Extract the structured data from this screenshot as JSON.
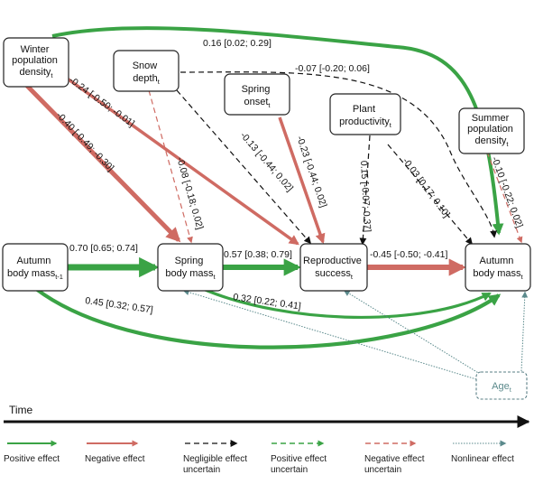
{
  "colors": {
    "positive": "#3aa345",
    "negative": "#cf6b63",
    "neutral": "#111111",
    "nonlinear": "#5b8a8c"
  },
  "nodes": {
    "winter_density": {
      "lines": [
        "Winter",
        "population",
        "density"
      ],
      "subscript": "t"
    },
    "snow_depth": {
      "lines": [
        "Snow",
        "depth"
      ],
      "subscript": "t"
    },
    "spring_onset": {
      "lines": [
        "Spring",
        "onset"
      ],
      "subscript": "t"
    },
    "plant_productivity": {
      "lines": [
        "Plant",
        "productivity"
      ],
      "subscript": "t"
    },
    "summer_density": {
      "lines": [
        "Summer",
        "population",
        "density"
      ],
      "subscript": "t"
    },
    "autumn_mass_prev": {
      "lines": [
        "Autumn",
        "body mass"
      ],
      "subscript": "t-1"
    },
    "spring_mass": {
      "lines": [
        "Spring",
        "body mass"
      ],
      "subscript": "t"
    },
    "repro_success": {
      "lines": [
        "Reproductive",
        "success"
      ],
      "subscript": "t"
    },
    "autumn_mass": {
      "lines": [
        "Autumn",
        "body mass"
      ],
      "subscript": "t"
    },
    "age": {
      "lines": [
        "Age"
      ],
      "subscript": "t"
    }
  },
  "edges": {
    "winter_to_autumn": "0.16 [0.02; 0.29]",
    "snow_to_autumn": "-0.07 [-0.20; 0.06]",
    "winter_to_repro": "-0.24 [-0.50; -0.01]",
    "winter_to_spring": "-0.40 [-0.49; -0.30]",
    "snow_to_spring": "-0.08 [-0.18; 0.02]",
    "snow_to_repro": "-0.13 [-0.44; 0.02]",
    "onset_to_repro": "-0.23 [-0.44; 0.02]",
    "productivity_to_repro": "0.15 [-0.07; 0.37]",
    "productivity_to_autumn": "-0.03 [0.17; 0.10]",
    "summer_to_autumn": "-0.10 [-0.22; 0.02]",
    "prev_to_spring": "0.70 [0.65; 0.74]",
    "spring_to_repro": "0.57 [0.38; 0.79]",
    "repro_to_autumn": "-0.45 [-0.50; -0.41]",
    "spring_to_autumn": "0.32 [0.22; 0.41]",
    "prev_to_autumn": "0.45 [0.32; 0.57]"
  },
  "time_label": "Time",
  "legend": [
    {
      "lines": [
        "Positive effect"
      ],
      "type": "positive"
    },
    {
      "lines": [
        "Negative effect"
      ],
      "type": "negative"
    },
    {
      "lines": [
        "Negligible effect",
        "uncertain"
      ],
      "type": "neutral-dashed"
    },
    {
      "lines": [
        "Positive effect",
        "uncertain"
      ],
      "type": "positive-dashed"
    },
    {
      "lines": [
        "Negative effect",
        "uncertain"
      ],
      "type": "negative-dashed"
    },
    {
      "lines": [
        "Nonlinear effect"
      ],
      "type": "nonlinear"
    }
  ]
}
